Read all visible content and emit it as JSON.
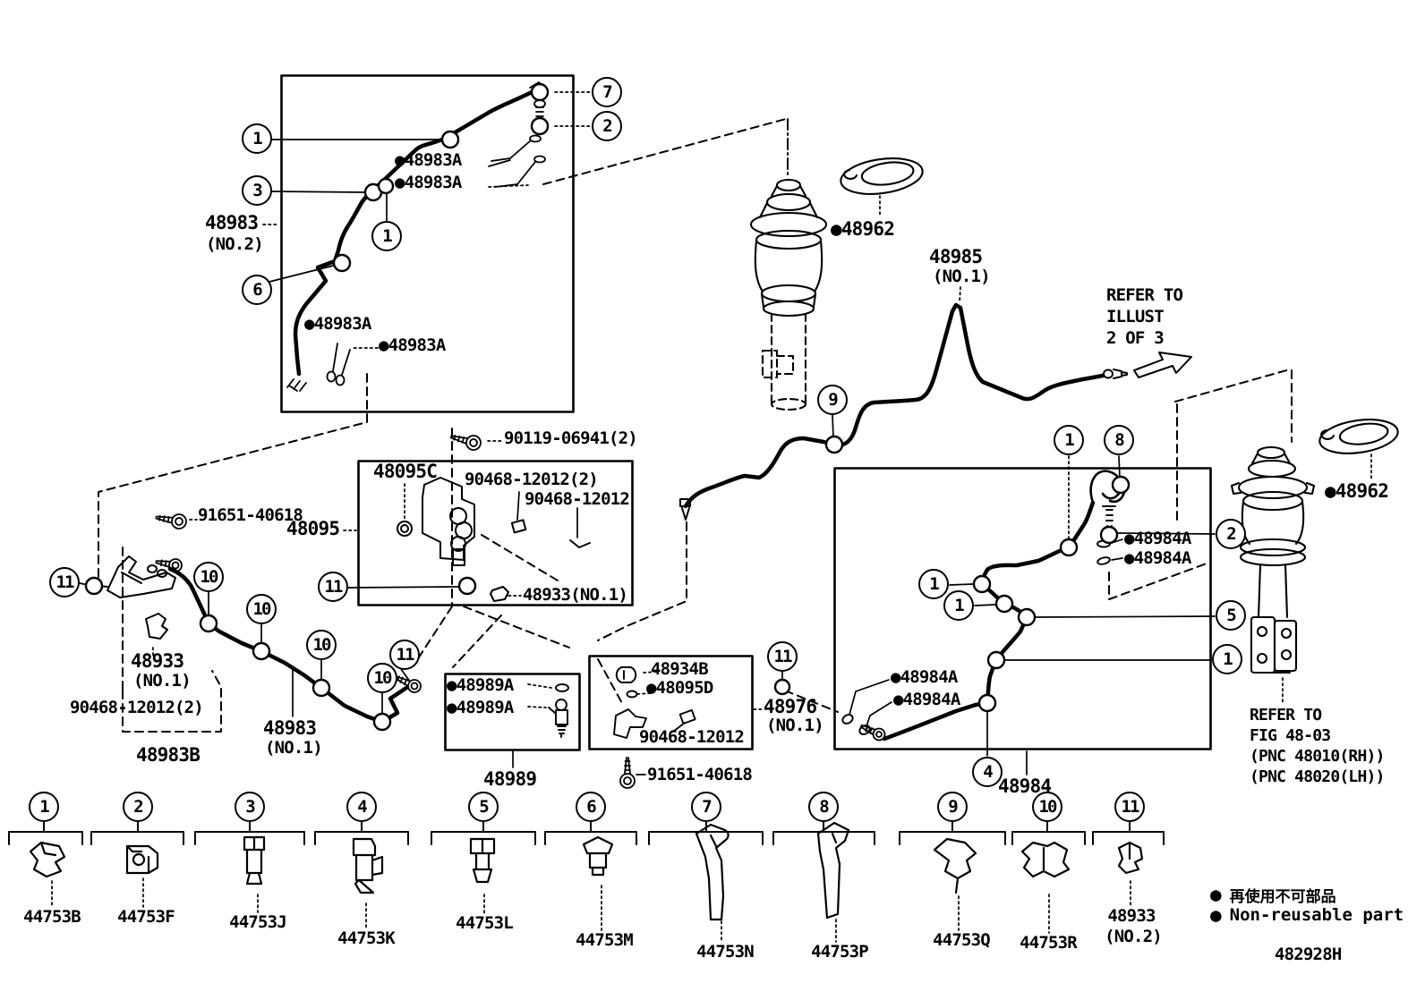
{
  "doc_number": "482928H",
  "legend": {
    "bullet": "●",
    "jp": "再使用不可部品",
    "en": "Non-reusable part"
  },
  "notes": {
    "illust1": "REFER TO",
    "illust2": "ILLUST",
    "illust3": "2 OF 3",
    "fig1": "REFER TO",
    "fig2": "FIG 48-03",
    "fig3": "(PNC 48010(RH))",
    "fig4": "(PNC 48020(LH))"
  },
  "callouts": {
    "n1": "1",
    "n2": "2",
    "n3": "3",
    "n4": "4",
    "n5": "5",
    "n6": "6",
    "n7": "7",
    "n8": "8",
    "n9": "9",
    "n10": "10",
    "n11": "11"
  },
  "labels": {
    "a48983A": "●48983A",
    "p48983": "48983",
    "no1": "(NO.1)",
    "no2": "(NO.2)",
    "p90119": "90119-06941(2)",
    "p48095C": "48095C",
    "p90468_12012_2": "90468-12012(2)",
    "p90468_12012": "90468-12012",
    "p48933_inline": "48933(NO.1)",
    "p48095": "48095",
    "p91651": "91651-40618",
    "p48933": "48933",
    "p48983B": "48983B",
    "p48989A": "●48989A",
    "p48989": "48989",
    "p48934B": "48934B",
    "p48095D": "●48095D",
    "p48976": "48976",
    "p48962": "●48962",
    "p48985": "48985",
    "p48984A": "●48984A",
    "p48984": "48984"
  },
  "bottom_items": [
    {
      "num": "1",
      "part": "44753B"
    },
    {
      "num": "2",
      "part": "44753F"
    },
    {
      "num": "3",
      "part": "44753J"
    },
    {
      "num": "4",
      "part": "44753K"
    },
    {
      "num": "5",
      "part": "44753L"
    },
    {
      "num": "6",
      "part": "44753M"
    },
    {
      "num": "7",
      "part": "44753N"
    },
    {
      "num": "8",
      "part": "44753P"
    },
    {
      "num": "9",
      "part": "44753Q"
    },
    {
      "num": "10",
      "part": "44753R"
    },
    {
      "num": "11",
      "part": "48933",
      "note": "(NO.2)"
    }
  ]
}
